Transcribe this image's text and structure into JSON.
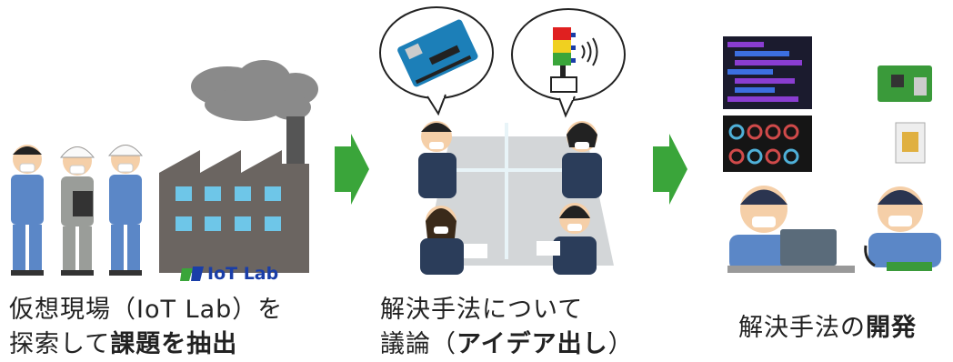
{
  "iot_logo": {
    "text": "IoT Lab"
  },
  "steps": [
    {
      "caption_line1": "仮想現場（IoT Lab）を",
      "caption_line2_plain": "探索して",
      "caption_line2_bold": "課題を抽出"
    },
    {
      "caption_line1": "解決手法について",
      "caption_line2_plain": "議論（",
      "caption_line2_bold": "アイデア出し",
      "caption_line2_tail": "）"
    },
    {
      "caption_plain": "解決手法の",
      "caption_bold": "開発"
    }
  ],
  "colors": {
    "arrow": "#3aa53a",
    "factory": "#6b6561",
    "window": "#6ec6e8",
    "uniform": "#5b87c7"
  }
}
